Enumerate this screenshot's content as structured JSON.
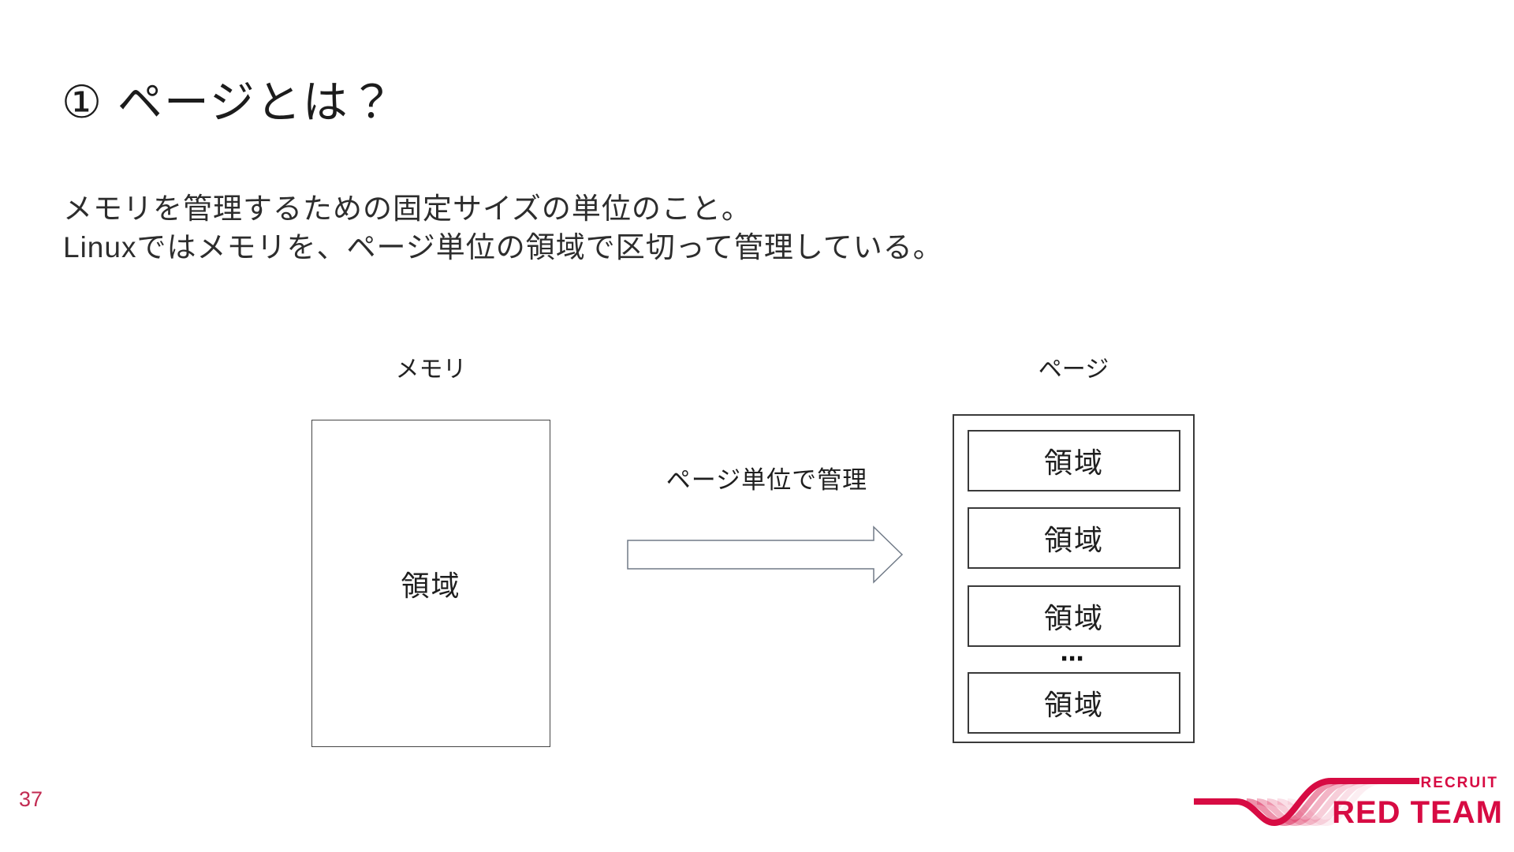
{
  "slide": {
    "title": "① ページとは？",
    "body_line_1": "メモリを管理するための固定サイズの単位のこと。",
    "body_line_2": "Linuxではメモリを、ページ単位の領域で区切って管理している。",
    "page_number": "37"
  },
  "diagram": {
    "memory_label": "メモリ",
    "memory_region_label": "領域",
    "arrow_label": "ページ単位で管理",
    "page_label": "ページ",
    "page_regions": [
      "領域",
      "領域",
      "領域",
      "領域"
    ],
    "ellipsis": "⋯"
  },
  "logo": {
    "brand": "RECRUIT",
    "team": "RED TEAM"
  },
  "colors": {
    "brand_red": "#d70b43",
    "page_number_red": "#c22b52",
    "box_border": "#3a3a3a",
    "arrow_stroke": "#707a87"
  }
}
